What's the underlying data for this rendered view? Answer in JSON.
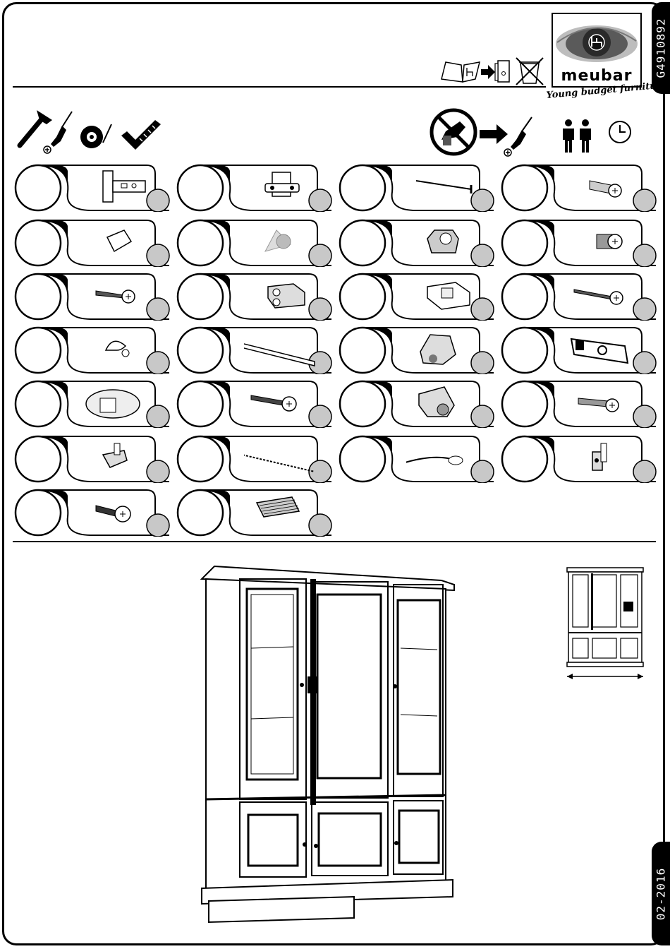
{
  "product_code": "G4910892",
  "date_code": "02-2016",
  "brand": {
    "name": "meubar",
    "tagline": "Young budget furniture"
  },
  "tools": [
    {
      "icon": "hammer-icon"
    },
    {
      "icon": "screwdriver-icon"
    },
    {
      "icon": "tape-measure-icon"
    },
    {
      "icon": "square-ruler-icon"
    }
  ],
  "notices": [
    {
      "icon": "no-power-drill-icon"
    },
    {
      "icon": "use-screwdriver-icon"
    },
    {
      "icon": "two-persons-icon"
    },
    {
      "icon": "clock-icon"
    },
    {
      "icon": "keep-manual-icon"
    },
    {
      "icon": "no-waste-bin-icon"
    }
  ],
  "hardware": [
    {
      "icon": "hinge-icon"
    },
    {
      "icon": "hinge-plate-icon"
    },
    {
      "icon": "nail-icon"
    },
    {
      "icon": "cam-bolt-icon"
    },
    {
      "icon": "wooden-dowel-icon"
    },
    {
      "icon": "glass-shelf-clip-icon"
    },
    {
      "icon": "cam-lock-icon"
    },
    {
      "icon": "short-screw-icon"
    },
    {
      "icon": "wood-screw-icon"
    },
    {
      "icon": "corner-connector-icon"
    },
    {
      "icon": "plastic-connector-icon"
    },
    {
      "icon": "long-screw-icon"
    },
    {
      "icon": "knob-icon"
    },
    {
      "icon": "rail-strip-icon"
    },
    {
      "icon": "cam-fitting-icon"
    },
    {
      "icon": "door-clip-icon"
    },
    {
      "icon": "rotary-base-icon"
    },
    {
      "icon": "machine-screw-icon"
    },
    {
      "icon": "cam-housing-icon"
    },
    {
      "icon": "euro-screw-icon"
    },
    {
      "icon": "shelf-support-icon"
    },
    {
      "icon": "led-strip-icon"
    },
    {
      "icon": "power-cable-icon"
    },
    {
      "icon": "bracket-support-icon"
    },
    {
      "icon": "washer-screw-icon"
    },
    {
      "icon": "grooved-dowel-icon"
    }
  ],
  "illustration": {
    "main": "cabinet-illustration",
    "thumbnail": "cabinet-thumbnail",
    "width_arrow": "width-arrow-icon"
  }
}
